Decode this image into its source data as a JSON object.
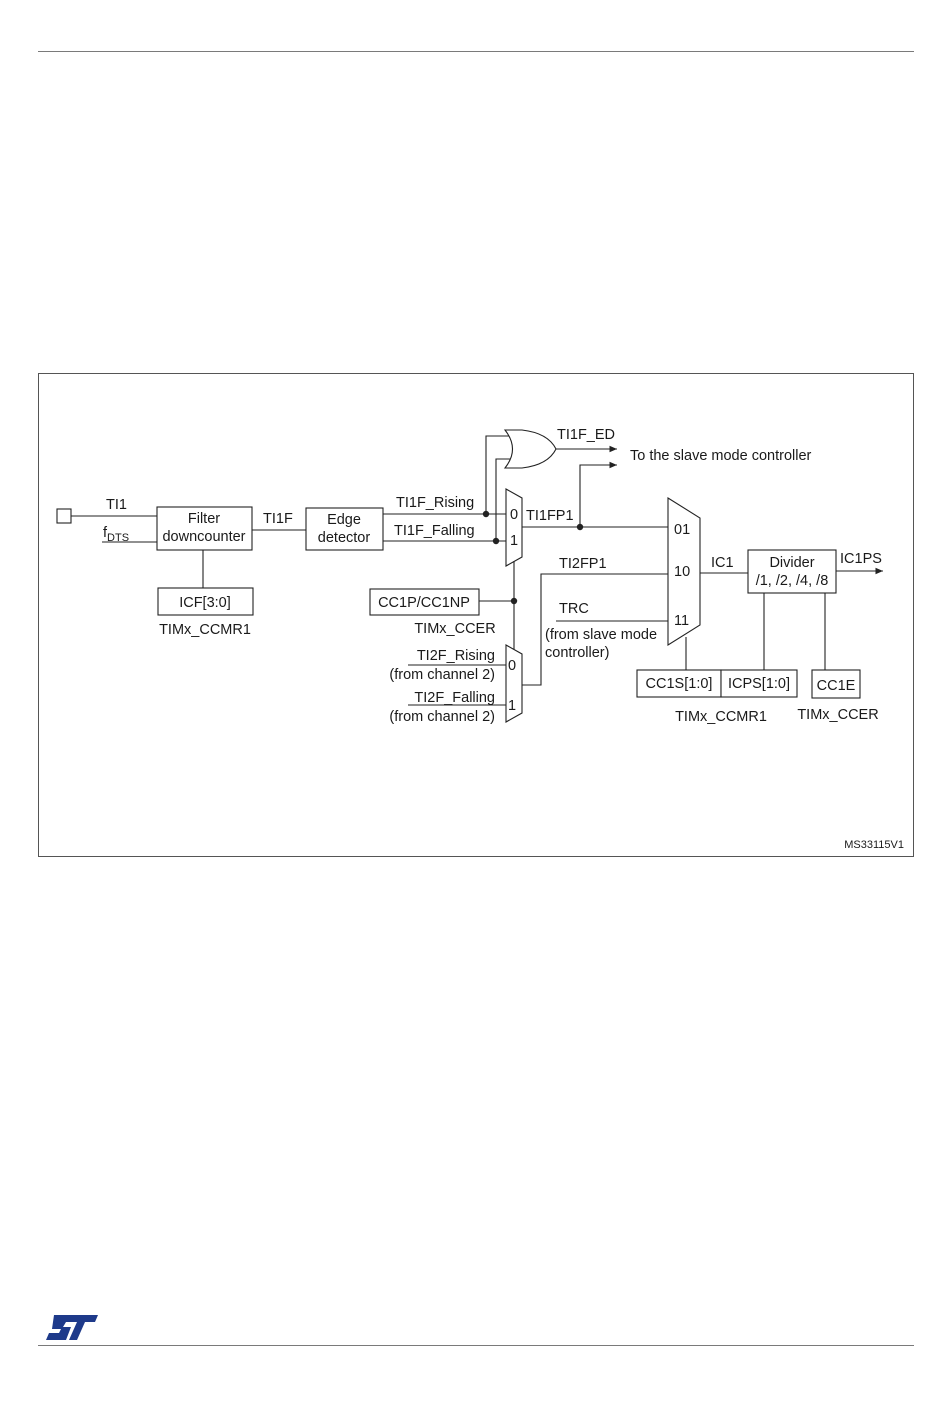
{
  "figure": {
    "id": "MS33115V1",
    "blocks": {
      "filter": [
        "Filter",
        "downcounter"
      ],
      "edge": [
        "Edge",
        "detector"
      ],
      "icf": "ICF[3:0]",
      "cc1p": "CC1P/CC1NP",
      "divider": [
        "Divider",
        "/1, /2, /4, /8"
      ],
      "cc1s": "CC1S[1:0]",
      "icps": "ICPS[1:0]",
      "cc1e": "CC1E"
    },
    "registers": {
      "ccmr1_left": "TIMx_CCMR1",
      "ccer_mid": "TIMx_CCER",
      "ccmr1_right": "TIMx_CCMR1",
      "ccer_right": "TIMx_CCER"
    },
    "signals": {
      "ti1": "TI1",
      "fdts_main": "f",
      "fdts_sub": "DTS",
      "ti1f": "TI1F",
      "ti1f_rising": "TI1F_Rising",
      "ti1f_falling": "TI1F_Falling",
      "ti1f_ed": "TI1F_ED",
      "slave_ctrl": "To the slave mode controller",
      "ti1fp1": "TI1FP1",
      "ti2fp1": "TI2FP1",
      "trc": "TRC",
      "trc_note1": "(from slave mode",
      "trc_note2": "controller)",
      "ti2f_rising": "TI2F_Rising",
      "ti2f_rising_src": "(from channel 2)",
      "ti2f_falling": "TI2F_Falling",
      "ti2f_falling_src": "(from channel 2)",
      "ic1": "IC1",
      "ic1ps": "IC1PS"
    },
    "mux_inputs": {
      "sel_top_0": "0",
      "sel_top_1": "1",
      "sel_bot_0": "0",
      "sel_bot_1": "1",
      "big_01": "01",
      "big_10": "10",
      "big_11": "11"
    }
  },
  "colors": {
    "line": "#222222",
    "logo": "#1e3a8a",
    "rule": "#7a7a7a"
  }
}
